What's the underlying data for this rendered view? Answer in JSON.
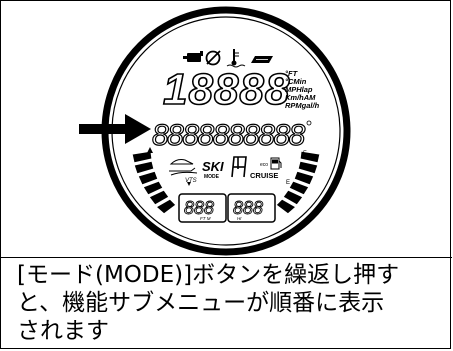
{
  "caption": {
    "line1": "[モード(MODE)]ボタンを繰返し押す",
    "line2": "と、機能サブメニューが順番に表示",
    "line3": "されます"
  },
  "display": {
    "main_digits": "18888",
    "units": [
      "°FT",
      "°CMin",
      "MPHlap",
      "Km/hAM",
      "RPMgal/h"
    ],
    "segment_row": "8888888888",
    "ski_label": "SKI",
    "mode_label": "MODE",
    "vts_label": "VTS",
    "cruise_label": "CRUISE",
    "eco_label": "eco",
    "left_box_digits": "888",
    "left_box_units": "FT M",
    "right_box_digits": "888",
    "right_box_units": "Hr",
    "fuel_full": "F",
    "fuel_empty": "E"
  }
}
